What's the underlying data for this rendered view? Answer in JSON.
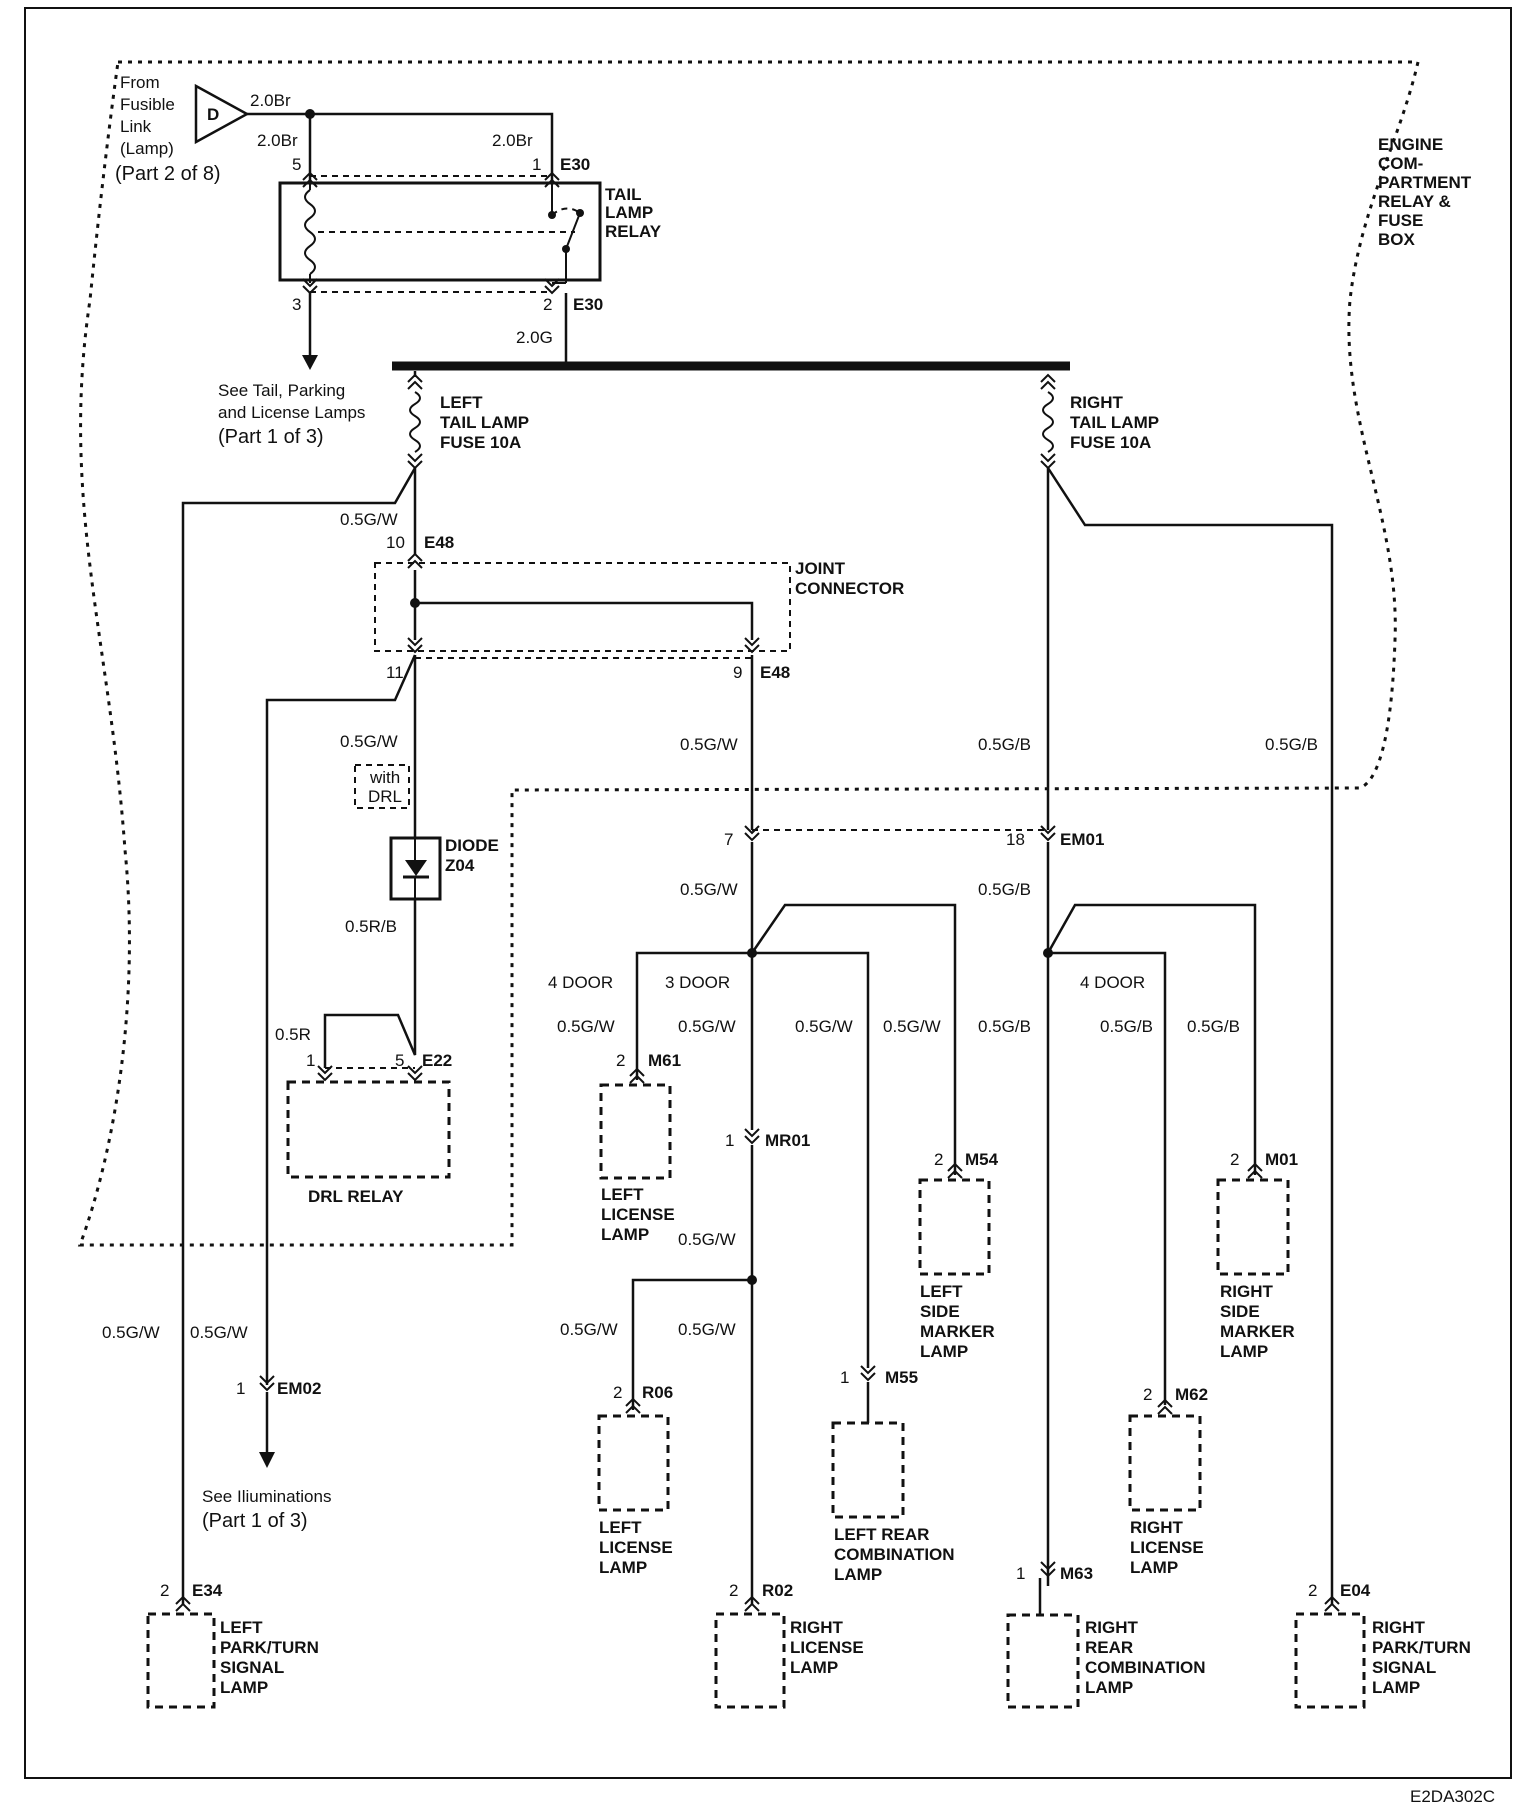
{
  "source": {
    "line1": "From",
    "line2": "Fusible",
    "line3": "Link",
    "line4": "(Lamp)",
    "line5": "(Part 2 of 8)",
    "connector_letter": "D"
  },
  "enclosure": {
    "line1": "ENGINE",
    "line2": "COM-",
    "line3": "PARTMENT",
    "line4": "RELAY &",
    "line5": "FUSE",
    "line6": "BOX"
  },
  "relay": {
    "line1": "TAIL",
    "line2": "LAMP",
    "line3": "RELAY",
    "pin5": "5",
    "pin1": "1",
    "pin3": "3",
    "pin2": "2",
    "conn_top": "E30",
    "conn_bottom": "E30"
  },
  "wires": {
    "br_in": "2.0Br",
    "br_left": "2.0Br",
    "br_right": "2.0Br",
    "g_bus": "2.0G",
    "gw_left_top": "0.5G/W",
    "gw_diode": "0.5G/W",
    "gw_joint_out": "0.5G/W",
    "gb_right_fuse": "0.5G/B",
    "gb_far_right": "0.5G/B",
    "rb_diode": "0.5R/B",
    "r_drl": "0.5R",
    "gw_em01": "0.5G/W",
    "gb_em01": "0.5G/B",
    "gw_m61": "0.5G/W",
    "gw_mr01": "0.5G/W",
    "gw_m55": "0.5G/W",
    "gw_m54": "0.5G/W",
    "gb_m63": "0.5G/B",
    "gb_m62": "0.5G/B",
    "gb_m01": "0.5G/B",
    "gw_after_mr01": "0.5G/W",
    "gw_r06": "0.5G/W",
    "gw_r02": "0.5G/W",
    "gw_e34": "0.5G/W",
    "gw_em02": "0.5G/W"
  },
  "notes": {
    "tail_parking_1": "See Tail, Parking",
    "tail_parking_2": "and License Lamps",
    "tail_parking_3": "(Part 1 of 3)",
    "illum_1": "See Iliuminations",
    "illum_2": "(Part 1 of 3)",
    "with_drl_1": "with",
    "with_drl_2": "DRL"
  },
  "fuses": {
    "left_1": "LEFT",
    "left_2": "TAIL LAMP",
    "left_3": "FUSE 10A",
    "right_1": "RIGHT",
    "right_2": "TAIL LAMP",
    "right_3": "FUSE 10A"
  },
  "joint": {
    "line1": "JOINT",
    "line2": "CONNECTOR",
    "pin10": "10",
    "conn_top": "E48",
    "pin11": "11",
    "pin9": "9",
    "conn_bottom": "E48"
  },
  "diode": {
    "line1": "DIODE",
    "line2": "Z04"
  },
  "drl": {
    "label": "DRL RELAY",
    "pin1": "1",
    "pin5": "5",
    "conn": "E22"
  },
  "connectors": {
    "em01_pin7": "7",
    "em01_pin18": "18",
    "em01": "EM01",
    "mr01_pin": "1",
    "mr01": "MR01",
    "em02_pin": "1",
    "em02": "EM02",
    "m55_pin": "1",
    "m55": "M55",
    "m63_pin": "1",
    "m63": "M63",
    "m61_pin": "2",
    "m61": "M61",
    "m54_pin": "2",
    "m54": "M54",
    "m01_pin": "2",
    "m01": "M01",
    "r06_pin": "2",
    "r06": "R06",
    "m62_pin": "2",
    "m62": "M62",
    "e34_pin": "2",
    "e34": "E34",
    "r02_pin": "2",
    "r02": "R02",
    "e04_pin": "2",
    "e04": "E04"
  },
  "options": {
    "door4_left": "4 DOOR",
    "door3": "3 DOOR",
    "door4_right": "4 DOOR"
  },
  "lamps": {
    "left_license_m61": [
      "LEFT",
      "LICENSE",
      "LAMP"
    ],
    "left_side_marker": [
      "LEFT",
      "SIDE",
      "MARKER",
      "LAMP"
    ],
    "right_side_marker": [
      "RIGHT",
      "SIDE",
      "MARKER",
      "LAMP"
    ],
    "left_license_r06": [
      "LEFT",
      "LICENSE",
      "LAMP"
    ],
    "left_rear_combo": [
      "LEFT REAR",
      "COMBINATION",
      "LAMP"
    ],
    "right_license_m62": [
      "RIGHT",
      "LICENSE",
      "LAMP"
    ],
    "left_park_turn": [
      "LEFT",
      "PARK/TURN",
      "SIGNAL",
      "LAMP"
    ],
    "right_license_r02": [
      "RIGHT",
      "LICENSE",
      "LAMP"
    ],
    "right_rear_combo": [
      "RIGHT",
      "REAR",
      "COMBINATION",
      "LAMP"
    ],
    "right_park_turn": [
      "RIGHT",
      "PARK/TURN",
      "SIGNAL",
      "LAMP"
    ]
  },
  "figure_code": "E2DA302C"
}
